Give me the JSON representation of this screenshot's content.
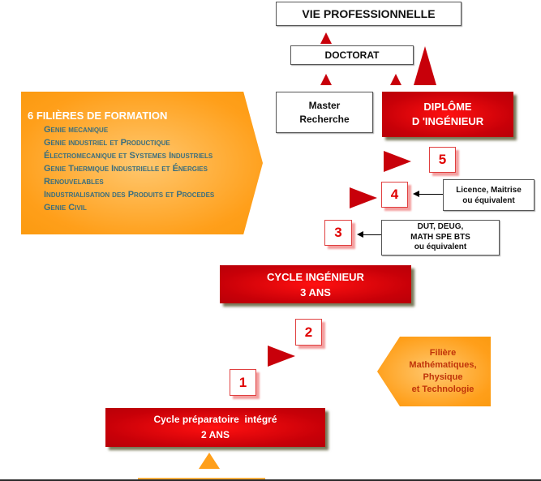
{
  "top": {
    "vie_pro": "VIE PROFESSIONNELLE",
    "doctorat": "DOCTORAT",
    "master": [
      "Master",
      "Recherche"
    ],
    "diplome": [
      "DIPLÔME",
      "D 'INGÉNIEUR"
    ]
  },
  "steps": {
    "s1": "1",
    "s2": "2",
    "s3": "3",
    "s4": "4",
    "s5": "5"
  },
  "notes": {
    "licence": [
      "Licence, Maitrise",
      "ou équivalent"
    ],
    "dut": [
      "DUT, DEUG,",
      "MATH SPE BTS",
      "ou équivalent"
    ]
  },
  "formation": {
    "title": "6 FILIÈRES DE FORMATION",
    "items": [
      "Genie mecanique",
      "Genie industriel et Productique",
      "Électromecanique et Systemes Industriels",
      "Genie Thermique Industrielle et Énergies",
      "Renouvelables",
      "Industrialisation des Produits et Procedes",
      "Genie Civil"
    ]
  },
  "cycle_ing": [
    "CYCLE INGÉNIEUR",
    "3 ANS"
  ],
  "cycle_prep": [
    "Cycle préparatoire  intégré",
    "2 ANS"
  ],
  "filiere_math": [
    "Filière",
    "Mathématiques,",
    "Physique",
    "et Technologie"
  ],
  "colors": {
    "red": "#c8000a",
    "orange": "#ff9f1a",
    "teal": "#3a6e7e"
  }
}
